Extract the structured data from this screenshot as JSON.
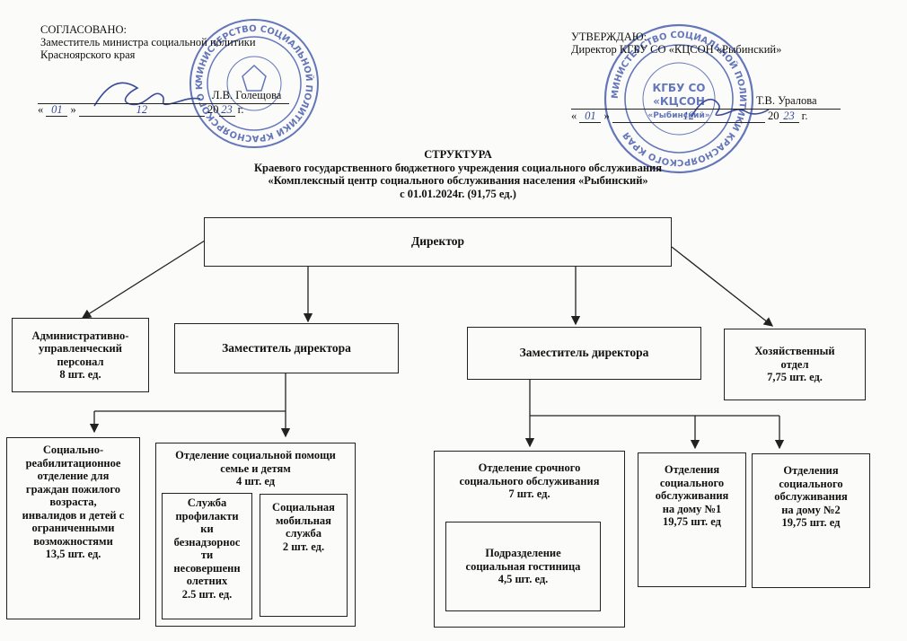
{
  "approval": {
    "agreed_title": "СОГЛАСОВАНО:",
    "agreed_line1": "Заместитель министра социальной политики",
    "agreed_line2": "Красноярского края",
    "agreed_signer": "Л.В. Голещова",
    "agreed_date_left": "«",
    "agreed_date_day": "01",
    "agreed_date_mid": "»",
    "agreed_date_month": "12",
    "agreed_date_year_prefix": "20",
    "agreed_date_year_suffix": "23",
    "agreed_date_g": "г.",
    "approve_title": "УТВЕРЖДАЮ:",
    "approve_line1": "Директор КГБУ СО «КЦСОН «Рыбинский»",
    "approve_signer": "Т.В. Уралова",
    "approve_date_left": "«",
    "approve_date_day": "01",
    "approve_date_mid": "»",
    "approve_date_month": "12",
    "approve_date_year_prefix": "20",
    "approve_date_year_suffix": "23",
    "approve_date_g": "г."
  },
  "heading": {
    "title": "СТРУКТУРА",
    "line1": "Краевого государственного бюджетного учреждения социального обслуживания",
    "line2": "«Комплексный центр социального обслуживания населения «Рыбинский»",
    "line3": "с 01.01.2024г. (91,75 ед.)"
  },
  "org": {
    "director": "Директор",
    "admin": "Административно-\nуправленческий\nперсонал\n8 шт. ед.",
    "deputy1": "Заместитель директора",
    "deputy2": "Заместитель директора",
    "household": "Хозяйственный\nотдел\n7,75 шт. ед.",
    "rehab": "Социально-\nреабилитационное\nотделение для\nграждан пожилого\nвозраста,\nинвалидов и детей с\nограниченными\nвозможностями\n13,5 шт. ед.",
    "family": "Отделение социальной помощи\nсемье и детям\n4 шт. ед",
    "prevention": "Служба\nпрофилакти\nки\nбезнадзорнос\nти\nнесовершенн\nолетних\n2.5 шт. ед.",
    "mobile": "Социальная\nмобильная\nслужба\n2 шт. ед.",
    "urgent": "Отделение срочного\nсоциального обслуживания\n7 шт. ед.",
    "hotel": "Подразделение\nсоциальная гостиница\n4,5 шт. ед.",
    "home1": "Отделения\nсоциального\nобслуживания\nна дому №1\n19,75 шт. ед",
    "home2": "Отделения\nсоциального\nобслуживания\nна дому №2\n19,75 шт. ед"
  },
  "stamps": {
    "left_ring": "МИНИСТЕРСТВО СОЦИАЛЬНОЙ ПОЛИТИКИ КРАСНОЯРСКОГО КРАЯ",
    "right_ring": "МИНИСТЕРСТВО СОЦИАЛЬНОЙ ПОЛИТИКИ КРАСНОЯРСКОГО КРАЯ",
    "right_center": "КГБУ СО «КЦСОН «Рыбинский»",
    "ink_color": "#4a5fb0"
  }
}
